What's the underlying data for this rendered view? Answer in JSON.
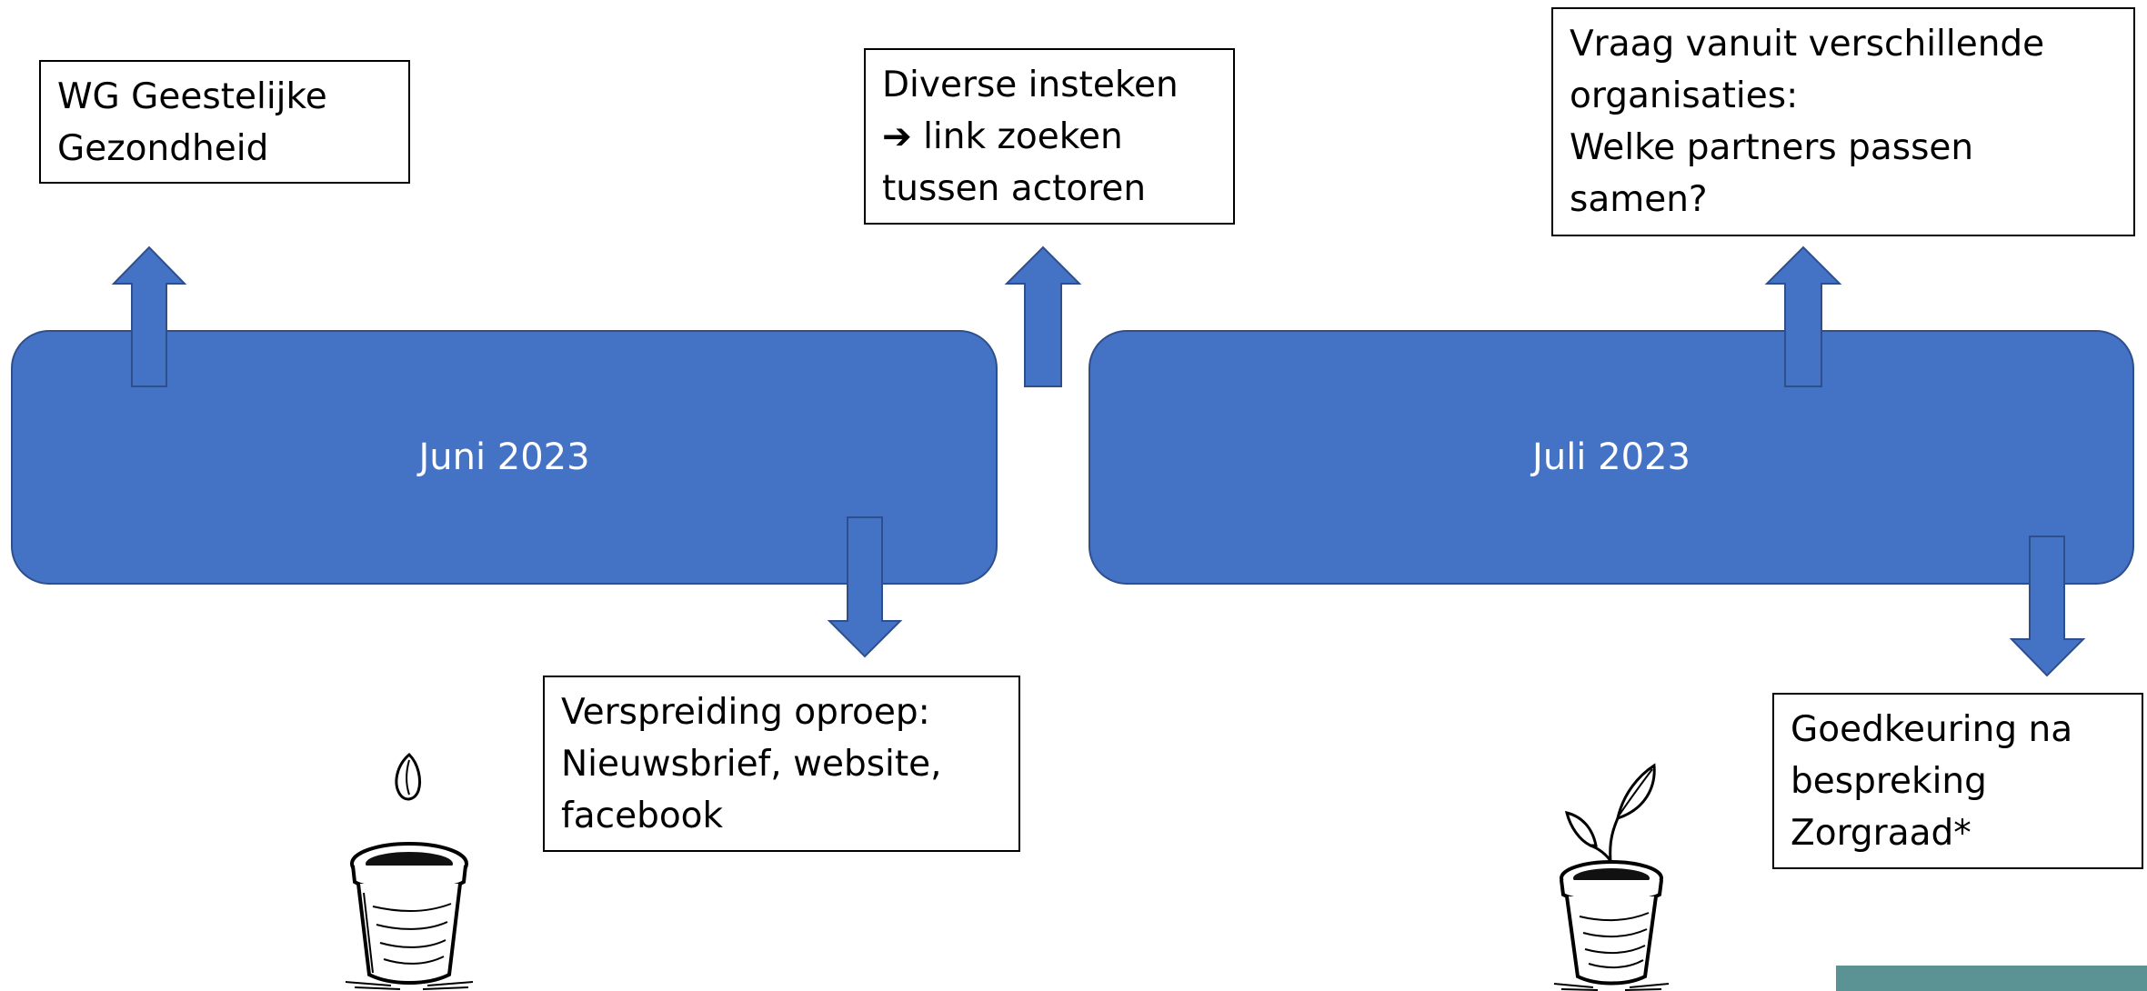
{
  "timeline": {
    "months": [
      {
        "label": "Juni 2023"
      },
      {
        "label": "Juli 2023"
      }
    ]
  },
  "notes": {
    "wg": {
      "line1": "WG Geestelijke",
      "line2": "Gezondheid"
    },
    "diverse": {
      "line1": "Diverse insteken",
      "arrow_glyph": "➔",
      "line2": " link zoeken",
      "line3": "tussen actoren"
    },
    "verspreiding": {
      "line1": "Verspreiding oproep:",
      "line2": "Nieuwsbrief, website,",
      "line3": "facebook"
    },
    "vraag": {
      "line1": "Vraag vanuit verschillende",
      "line2": "organisaties:",
      "line3": "Welke partners passen",
      "line4": "samen?"
    },
    "goedkeuring": {
      "line1": "Goedkeuring na",
      "line2": "bespreking",
      "line3": "Zorgraad*"
    }
  },
  "icons": {
    "seed_pot": "seed-in-pot-icon",
    "sprout_pot": "sprout-in-pot-icon"
  },
  "colors": {
    "shape_fill": "#4472c4",
    "shape_stroke": "#2f4f8c",
    "corner_accent": "#5b9394"
  }
}
